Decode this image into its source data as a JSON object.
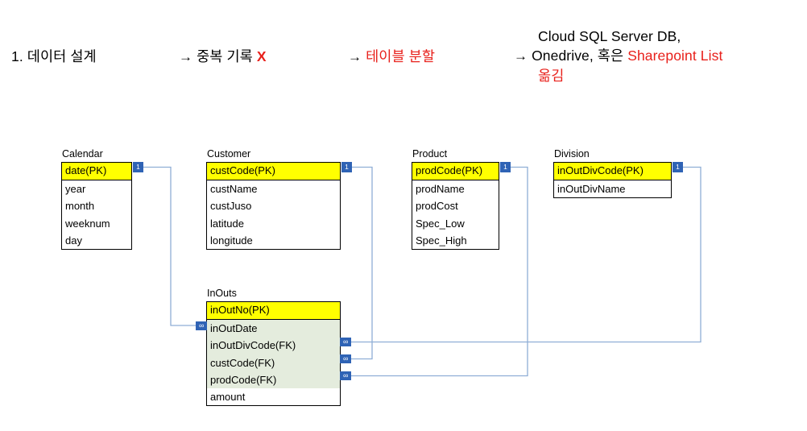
{
  "header": {
    "title": "1. 데이터 설계",
    "step2": {
      "arrow": "→",
      "text": "중복 기록",
      "mark": "X"
    },
    "step3": {
      "arrow": "→",
      "text": "테이블 분할"
    },
    "step4": {
      "arrow": "→",
      "line1": "Cloud SQL Server DB,",
      "line2_black": "Onedrive, 혹은 ",
      "line2_red": "Sharepoint List",
      "line3_red": "옮김"
    }
  },
  "colors": {
    "pk_highlight": "#ffff00",
    "fk_fill": "#e4ecdd",
    "connector": "#8faed6",
    "badge": "#2f63b5",
    "accent_red": "#e8201b",
    "border": "#000000"
  },
  "diagram": {
    "type": "entity-relationship-diagram",
    "entities": [
      {
        "name": "Calendar",
        "fields": [
          {
            "label": "date(PK)",
            "role": "pk",
            "fill": "pk"
          },
          {
            "label": "year",
            "role": "field",
            "fill": "plain"
          },
          {
            "label": "month",
            "role": "field",
            "fill": "plain"
          },
          {
            "label": "weeknum",
            "role": "field",
            "fill": "plain"
          },
          {
            "label": "day",
            "role": "field",
            "fill": "plain"
          }
        ]
      },
      {
        "name": "Customer",
        "fields": [
          {
            "label": "custCode(PK)",
            "role": "pk",
            "fill": "pk"
          },
          {
            "label": "custName",
            "role": "field",
            "fill": "plain"
          },
          {
            "label": "custJuso",
            "role": "field",
            "fill": "plain"
          },
          {
            "label": "latitude",
            "role": "field",
            "fill": "plain"
          },
          {
            "label": "longitude",
            "role": "field",
            "fill": "plain"
          }
        ]
      },
      {
        "name": "Product",
        "fields": [
          {
            "label": "prodCode(PK)",
            "role": "pk",
            "fill": "pk"
          },
          {
            "label": "prodName",
            "role": "field",
            "fill": "plain"
          },
          {
            "label": "prodCost",
            "role": "field",
            "fill": "plain"
          },
          {
            "label": "Spec_Low",
            "role": "field",
            "fill": "plain"
          },
          {
            "label": "Spec_High",
            "role": "field",
            "fill": "plain"
          }
        ]
      },
      {
        "name": "Division",
        "fields": [
          {
            "label": "inOutDivCode(PK)",
            "role": "pk",
            "fill": "pk"
          },
          {
            "label": "inOutDivName",
            "role": "field",
            "fill": "plain"
          }
        ]
      },
      {
        "name": "InOuts",
        "fields": [
          {
            "label": "inOutNo(PK)",
            "role": "pk",
            "fill": "pk"
          },
          {
            "label": "inOutDate",
            "role": "fk",
            "fill": "green"
          },
          {
            "label": "inOutDivCode(FK)",
            "role": "fk",
            "fill": "green"
          },
          {
            "label": "custCode(FK)",
            "role": "fk",
            "fill": "green"
          },
          {
            "label": "prodCode(FK)",
            "role": "fk",
            "fill": "green"
          },
          {
            "label": "amount",
            "role": "field",
            "fill": "plain"
          }
        ]
      }
    ],
    "relationships": [
      {
        "from": "Calendar.date(PK)",
        "to": "InOuts.inOutDate",
        "one_label": "1",
        "many_label": "∞"
      },
      {
        "from": "Customer.custCode(PK)",
        "to": "InOuts.custCode(FK)",
        "one_label": "1",
        "many_label": "∞"
      },
      {
        "from": "Product.prodCode(PK)",
        "to": "InOuts.prodCode(FK)",
        "one_label": "1",
        "many_label": "∞"
      },
      {
        "from": "Division.inOutDivCode(PK)",
        "to": "InOuts.inOutDivCode(FK)",
        "one_label": "1",
        "many_label": "∞"
      }
    ]
  }
}
